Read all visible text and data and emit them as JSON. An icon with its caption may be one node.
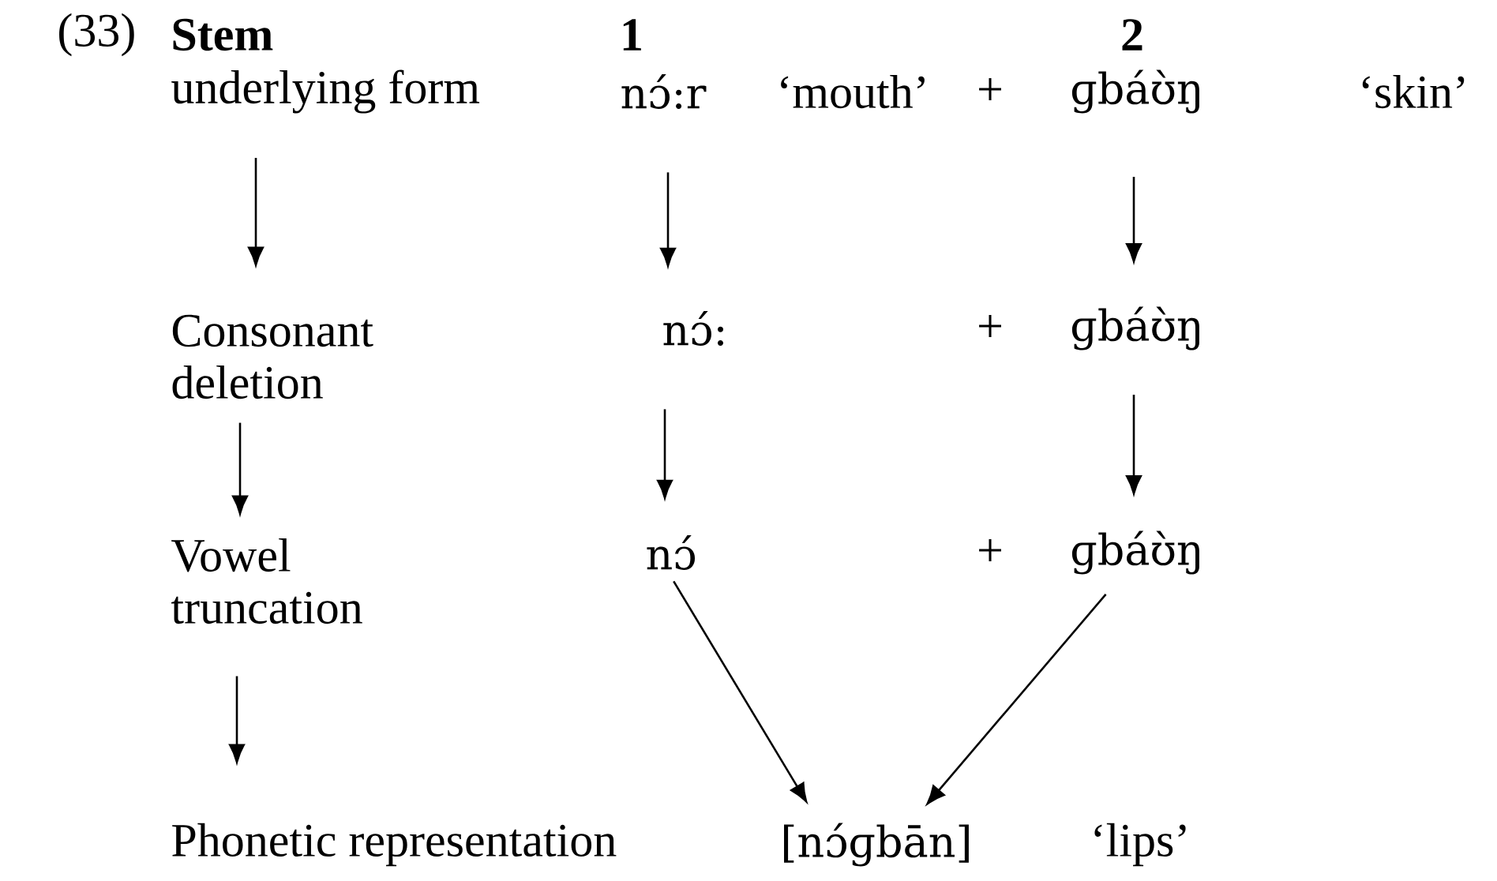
{
  "diagram": {
    "nodes": [
      {
        "text": [
          "underlying form"
        ]
      },
      {
        "text": [
          "nɔ́:r"
        ]
      },
      {
        "text": [
          "ɡbáʊ̀ŋ"
        ]
      },
      {
        "text": [
          "Consonant deletion"
        ]
      },
      {
        "text": [
          "nɔ́:"
        ]
      },
      {
        "text": [
          "ɡbáʊ̀ŋ"
        ]
      },
      {
        "text": [
          "Vowel truncation"
        ]
      },
      {
        "text": [
          "nɔ́"
        ]
      },
      {
        "text": [
          "ɡbáʊ̀ŋ"
        ]
      },
      {
        "text": [
          "Phonetic representation"
        ]
      },
      {
        "text": [
          "[nɔ́ɡbān]"
        ]
      }
    ],
    "edges": [
      {
        "from": 0,
        "to": 3,
        "arrow": "to"
      },
      {
        "from": 3,
        "to": 6,
        "arrow": "to"
      },
      {
        "from": 6,
        "to": 9,
        "arrow": "to"
      },
      {
        "from": 1,
        "to": 4,
        "arrow": "to"
      },
      {
        "from": 4,
        "to": 7,
        "arrow": "to"
      },
      {
        "from": 7,
        "to": 10,
        "arrow": "to"
      },
      {
        "from": 2,
        "to": 5,
        "arrow": "to"
      },
      {
        "from": 5,
        "to": 8,
        "arrow": "to"
      },
      {
        "from": 8,
        "to": 10,
        "arrow": "to"
      }
    ],
    "labels": [
      "(33)",
      "**Stem**",
      "**1**",
      "**2**",
      "‘mouth’",
      "+",
      "‘skin’",
      "+",
      "+",
      "‘lips’"
    ]
  }
}
